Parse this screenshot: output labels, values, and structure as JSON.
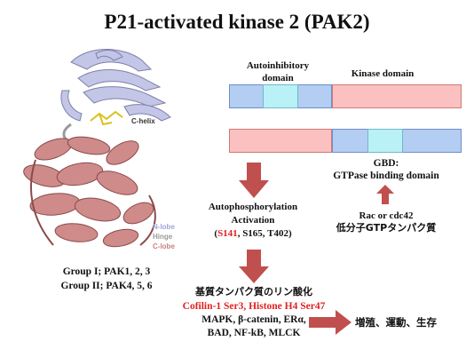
{
  "title": "P21-activated kinase 2 (PAK2)",
  "structure": {
    "c_helix": "C-helix",
    "n_lobe": "N-lobe",
    "hinge": "Hinge",
    "c_lobe": "C-lobe"
  },
  "groups": {
    "group1": "Group I; PAK1, 2, 3",
    "group2": "Group II; PAK4, 5, 6"
  },
  "domains": {
    "autoinhibitory_line1": "Autoinhibitory",
    "autoinhibitory_line2": "domain",
    "kinase": "Kinase domain",
    "gbd_line1": "GBD:",
    "gbd_line2": "GTPase binding domain"
  },
  "activation": {
    "line1": "Autophosphorylation",
    "line2": "Activation",
    "open_paren": "(",
    "site_red": "S141",
    "sites_rest": ", S165, T402)"
  },
  "rac": {
    "line1": "Rac or cdc42",
    "line2": "低分子GTPタンパク質"
  },
  "substrates": {
    "heading": "基質タンパク質のリン酸化",
    "red_line": "Cofilin-1 Ser3, Histone H4 Ser47",
    "line2": "MAPK, β-catenin, ERα,",
    "line3": "BAD, NF-kB, MLCK"
  },
  "outcome": "増殖、運動、生存",
  "colors": {
    "arrow": "#c0504d",
    "blue_segment": "#b3cdf3",
    "cyan_segment": "#b9f1f7",
    "pink_segment": "#fbc0c0",
    "red_text": "#e02020"
  }
}
